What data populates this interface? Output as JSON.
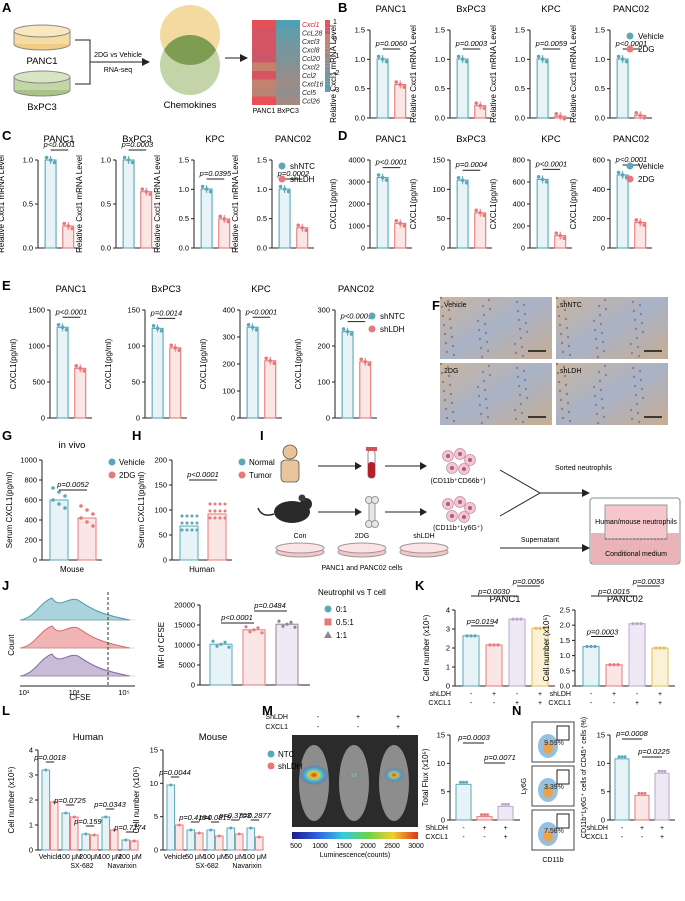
{
  "colors": {
    "vehicle": "#5aa8b8",
    "treat": "#e8787a",
    "gray": "#8a8a8a",
    "lavender": "#b8a8cc",
    "gold": "#e3be5a",
    "pink": "#e79aa0"
  },
  "panel_labels": {
    "A": "A",
    "B": "B",
    "C": "C",
    "D": "D",
    "E": "E",
    "F": "F",
    "G": "G",
    "H": "H",
    "I": "I",
    "J": "J",
    "K": "K",
    "L": "L",
    "M": "M",
    "N": "N"
  },
  "panelA": {
    "cell1": "PANC1",
    "cell2": "BxPC3",
    "arrow_label1": "2DG vs Vehicle",
    "arrow_label2": "RNA-seq",
    "venn_label": "Chemokines",
    "genes": [
      "Cxcl1",
      "CcL28",
      "Cxcl3",
      "Cxcl8",
      "Ccl20",
      "Cxcl2",
      "Ccl2",
      "Cxcl16",
      "Ccl5",
      "Ccl26"
    ],
    "heat_x": [
      "PANC1",
      "BxPC3"
    ],
    "scale": [
      "1",
      "0",
      "-1",
      "-2",
      "-3"
    ]
  },
  "rowB": {
    "ylabel": "Relative Cxcl1 mRNA Level",
    "legend": [
      "Vehicle",
      "2DG"
    ],
    "panels": [
      {
        "title": "PANC1",
        "p": "p=0.0060",
        "ticks": [
          "0.0",
          "0.5",
          "1.0",
          "1.5"
        ]
      },
      {
        "title": "BxPC3",
        "p": "p=0.0003",
        "ticks": [
          "0.0",
          "0.5",
          "1.0",
          "1.5"
        ]
      },
      {
        "title": "KPC",
        "p": "p=0.0059",
        "ticks": [
          "0.0",
          "0.5",
          "1.0",
          "1.5"
        ]
      },
      {
        "title": "PANC02",
        "p": "p<0.0001",
        "ticks": [
          "0.0",
          "0.5",
          "1.0",
          "1.5"
        ]
      }
    ]
  },
  "rowC": {
    "ylabel": "Relative Cxcl1 mRNA Level",
    "legend": [
      "shNTC",
      "shLDH"
    ],
    "panels": [
      {
        "title": "PANC1",
        "p": "p<0.0001",
        "ticks": [
          "0.0",
          "0.5",
          "1.0"
        ]
      },
      {
        "title": "BxPC3",
        "p": "p=0.0003",
        "ticks": [
          "0.0",
          "0.5",
          "1.0"
        ]
      },
      {
        "title": "KPC",
        "p": "p=0.0395",
        "ticks": [
          "0.0",
          "0.5",
          "1.0",
          "1.5"
        ]
      },
      {
        "title": "PANC02",
        "p": "p=0.0002",
        "ticks": [
          "0.0",
          "0.5",
          "1.0",
          "1.5"
        ]
      }
    ]
  },
  "rowD": {
    "ylabel": "CXCL1(pg/ml)",
    "legend": [
      "Vehicle",
      "2DG"
    ],
    "panels": [
      {
        "title": "PANC1",
        "p": "p<0.0001",
        "ticks": [
          "0",
          "1000",
          "2000",
          "3000",
          "4000"
        ]
      },
      {
        "title": "BxPC3",
        "p": "p=0.0004",
        "ticks": [
          "0",
          "50",
          "100",
          "150"
        ]
      },
      {
        "title": "KPC",
        "p": "p<0.0001",
        "ticks": [
          "0",
          "200",
          "400",
          "600",
          "800"
        ]
      },
      {
        "title": "PANC02",
        "p": "p<0.0001",
        "ticks": [
          "0",
          "200",
          "400",
          "600"
        ]
      }
    ]
  },
  "rowE": {
    "ylabel": "CXCL1(pg/ml)",
    "legend": [
      "shNTC",
      "shLDH"
    ],
    "panels": [
      {
        "title": "PANC1",
        "p": "p<0.0001",
        "ticks": [
          "0",
          "500",
          "1000",
          "1500"
        ]
      },
      {
        "title": "BxPC3",
        "p": "p=0.0014",
        "ticks": [
          "0",
          "50",
          "100",
          "150"
        ]
      },
      {
        "title": "KPC",
        "p": "p<0.0001",
        "ticks": [
          "0",
          "100",
          "200",
          "300",
          "400"
        ]
      },
      {
        "title": "PANC02",
        "p": "p<0.0001",
        "ticks": [
          "0",
          "100",
          "200",
          "300"
        ]
      }
    ]
  },
  "panelF": {
    "labels": [
      "Vehicle",
      "shNTC",
      "2DG",
      "shLDH"
    ]
  },
  "panelG": {
    "title": "in vivo",
    "p": "p=0.0052",
    "ylabel": "Serum CXCL1(pg/ml)",
    "xlabel": "Mouse",
    "legend": [
      "Vehicle",
      "2DG"
    ],
    "ticks": [
      "0",
      "200",
      "400",
      "600",
      "800",
      "1000"
    ]
  },
  "panelH": {
    "p": "p<0.0001",
    "ylabel": "Serum CXCL1(pg/ml)",
    "xlabel": "Human",
    "legend": [
      "Normal",
      "Tumor"
    ],
    "ticks": [
      "0",
      "50",
      "100",
      "150",
      "200"
    ]
  },
  "panelI": {
    "cd66b": "(CD11b⁺CD66b⁺)",
    "ly6g": "(CD11b⁺Ly6G⁺)",
    "sorted": "Sorted neutrophils",
    "well_label": "Human/mouse neutrophils",
    "conditional": "Conditional medium",
    "supernatant": "Supernatant",
    "dishes": [
      "Con",
      "2DG",
      "shLDH"
    ],
    "cells": "PANC1 and PANC02 cells"
  },
  "panelJ": {
    "ylabel": "Count",
    "xlabel": "CFSE",
    "xticks": [
      "10¹",
      "10³",
      "10⁵"
    ],
    "bar_ylabel": "MFI of CFSE",
    "bar_ticks": [
      "0",
      "5000",
      "10000",
      "15000",
      "20000"
    ],
    "p1": "p<0.0001",
    "p2": "p=0.0484",
    "legend_title": "Neutrophil vs T cell",
    "legend": [
      "0:1",
      "0.5:1",
      "1:1"
    ]
  },
  "panelK": {
    "ylabel": "Cell number (x10⁵)",
    "row_labels": [
      "shLDH",
      "CXCL1"
    ],
    "signs": [
      [
        "-",
        "+",
        "-",
        "+"
      ],
      [
        "-",
        "-",
        "+",
        "+"
      ]
    ],
    "panels": [
      {
        "title": "PANC1",
        "ticks": [
          "0",
          "1",
          "2",
          "3",
          "4"
        ],
        "p": [
          "p=0.0194",
          "p=0.0030",
          "p=0.0056"
        ]
      },
      {
        "title": "PANC02",
        "ticks": [
          "0.0",
          "0.5",
          "1.0",
          "1.5",
          "2.0",
          "2.5"
        ],
        "p": [
          "p=0.0003",
          "p=0.0015",
          "p=0.0033"
        ]
      }
    ]
  },
  "panelL": {
    "ylabel": "Cell number (x10⁵)",
    "legend": [
      "NTC",
      "shLDH"
    ],
    "human": {
      "title": "Human",
      "ticks": [
        "0",
        "1",
        "2",
        "3",
        "4"
      ],
      "cats": [
        "Vehicle",
        "100 μM",
        "200μM",
        "100 μM",
        "200 μM"
      ],
      "groups": [
        "SX-682",
        "Navarixin"
      ],
      "p": [
        "p=0.0018",
        "p=0.0725",
        "p=0.1593",
        "p=0.0343",
        "p=0.7174"
      ]
    },
    "mouse": {
      "title": "Mouse",
      "ticks": [
        "0",
        "5",
        "10",
        "15"
      ],
      "cats": [
        "Vehicle",
        "50 μM",
        "100 μM",
        "50 μM",
        "100 μM"
      ],
      "groups": [
        "SX-682",
        "Navarixin"
      ],
      "p": [
        "p=0.0044",
        "p=0.4194",
        "p=0.0819",
        "p=0.3703",
        "p=0.2877"
      ]
    }
  },
  "panelM": {
    "row_labels": [
      "ShLDH",
      "CXCL1"
    ],
    "signs": [
      [
        "-",
        "+",
        "+"
      ],
      [
        "-",
        "-",
        "+"
      ]
    ],
    "scale_ticks": [
      "500",
      "1000",
      "1500",
      "2000",
      "2500",
      "3000"
    ],
    "scale_label": "Luminescence(counts)",
    "bar_ylabel": "Total Flux (x10⁵)",
    "bar_ticks": [
      "0",
      "5",
      "10",
      "15"
    ],
    "p": [
      "p=0.0003",
      "p=0.0071"
    ]
  },
  "panelN": {
    "percents": [
      "9.59%",
      "3.39%",
      "7.58%"
    ],
    "ylabel": "Ly6G",
    "xlabel": "CD11b",
    "bar_ylabel": "CD11b⁺Ly6G⁺ cells of CD45⁺ cells (%)",
    "bar_ticks": [
      "0",
      "5",
      "10",
      "15"
    ],
    "p": [
      "p=0.0008",
      "p=0.0225"
    ],
    "row_labels": [
      "shLDH",
      "CXCL1"
    ],
    "signs": [
      [
        "-",
        "+",
        "+"
      ],
      [
        "-",
        "-",
        "+"
      ]
    ]
  }
}
